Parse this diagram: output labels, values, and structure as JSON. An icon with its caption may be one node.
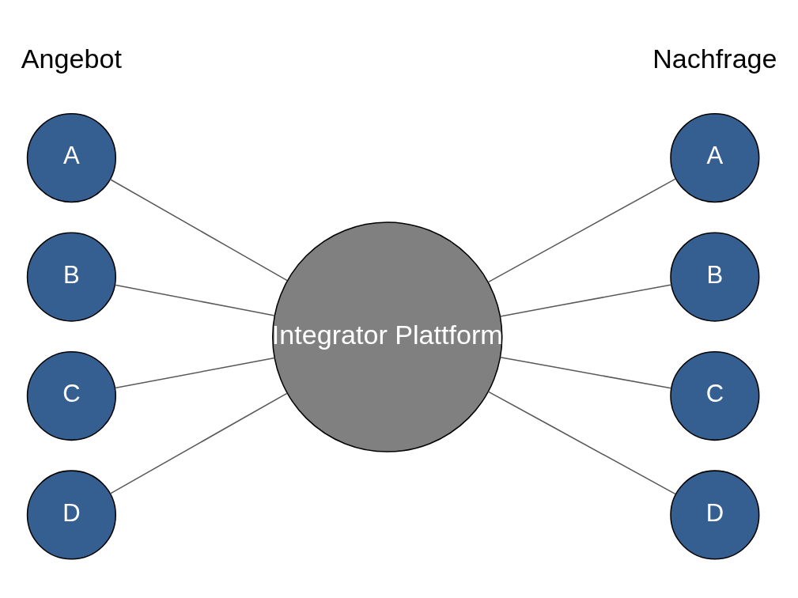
{
  "diagram": {
    "nodes": [
      {
        "text": [
          "A"
        ]
      },
      {
        "text": [
          "B"
        ]
      },
      {
        "text": [
          "C"
        ]
      },
      {
        "text": [
          "D"
        ]
      },
      {
        "text": [
          "Integrator Plattform"
        ]
      },
      {
        "text": [
          "A"
        ]
      },
      {
        "text": [
          "B"
        ]
      },
      {
        "text": [
          "C"
        ]
      },
      {
        "text": [
          "D"
        ]
      }
    ],
    "edges": [
      {
        "from": 0,
        "to": 4,
        "arrow": "none"
      },
      {
        "from": 1,
        "to": 4,
        "arrow": "none"
      },
      {
        "from": 2,
        "to": 4,
        "arrow": "none"
      },
      {
        "from": 3,
        "to": 4,
        "arrow": "none"
      },
      {
        "from": 4,
        "to": 5,
        "arrow": "none"
      },
      {
        "from": 4,
        "to": 6,
        "arrow": "none"
      },
      {
        "from": 4,
        "to": 7,
        "arrow": "none"
      },
      {
        "from": 4,
        "to": 8,
        "arrow": "none"
      }
    ],
    "labels": [
      "Angebot",
      "Nachfrage"
    ]
  }
}
